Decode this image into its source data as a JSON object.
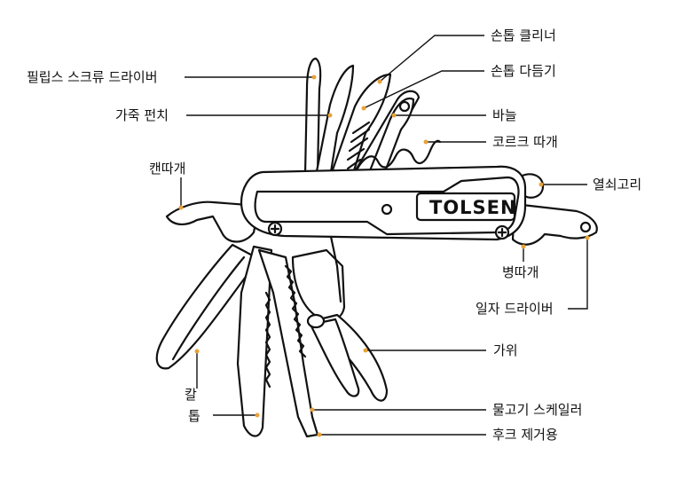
{
  "brand": "TOLSEN",
  "labels": {
    "nail_cleaner": "손톱 클리너",
    "nail_file": "손톱 다듬기",
    "phillips": "필립스 스크류 드라이버",
    "needle": "바늘",
    "leather_punch": "가죽 펀치",
    "corkscrew": "코르크 따개",
    "can_opener": "캔따개",
    "keyring": "열쇠고리",
    "bottle_opener": "병따개",
    "flat_screwdriver": "일자 드라이버",
    "scissors": "가위",
    "knife": "칼",
    "saw": "톱",
    "fish_scaler": "물고기 스케일러",
    "hook_remover": "후크 제거용"
  },
  "colors": {
    "line": "#111111",
    "marker": "#e8a23a",
    "background": "#ffffff"
  }
}
